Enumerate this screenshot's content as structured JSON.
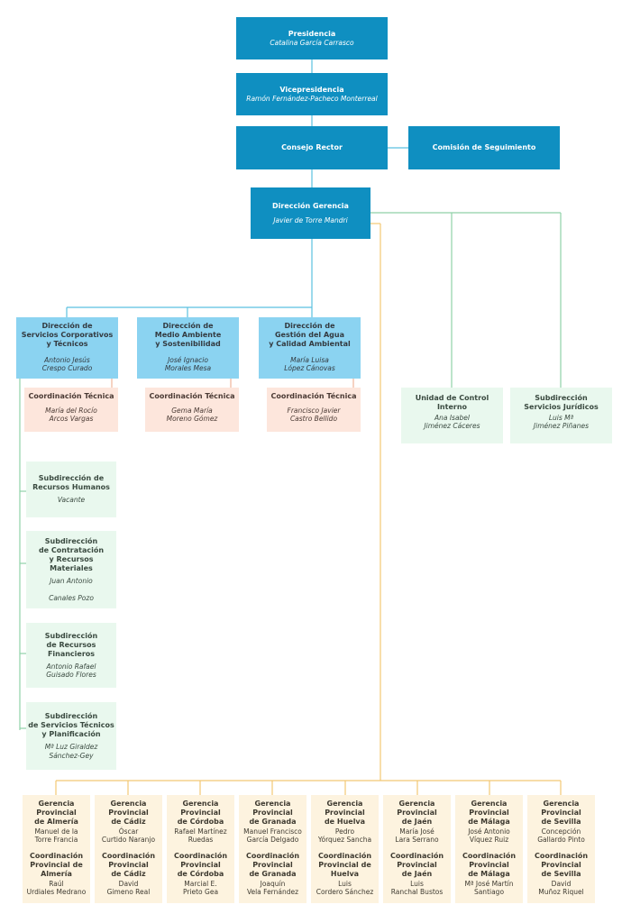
{
  "presidencia": {
    "title": "Presidencia",
    "name": "Catalina García Carrasco"
  },
  "vicepresidencia": {
    "title": "Vicepresidencia",
    "name": "Ramón Fernández-Pacheco Monterreal"
  },
  "consejo": {
    "title": "Consejo Rector"
  },
  "comision": {
    "title": "Comisión de Seguimiento"
  },
  "gerencia": {
    "title": "Dirección Gerencia",
    "name": "Javier de Torre Mandri"
  },
  "direcciones": [
    {
      "title": "Dirección de\nServicios Corporativos\ny Técnicos",
      "name": "Antonio Jesús\nCrespo Curado",
      "coord_title": "Coordinación Técnica",
      "coord_name": "María del Rocío\nArcos Vargas"
    },
    {
      "title": "Dirección de\nMedio Ambiente\ny Sostenibilidad",
      "name": "José Ignacio\nMorales Mesa",
      "coord_title": "Coordinación Técnica",
      "coord_name": "Gema María\nMoreno Gómez"
    },
    {
      "title": "Dirección de\nGestión del Agua\ny Calidad Ambiental",
      "name": "María Luisa\nLópez Cánovas",
      "coord_title": "Coordinación Técnica",
      "coord_name": "Francisco Javier\nCastro Bellido"
    }
  ],
  "control_interno": {
    "title": "Unidad de Control\nInterno",
    "name": "Ana Isabel\nJiménez Cáceres"
  },
  "juridicos": {
    "title": "Subdirección\nServicios Jurídicos",
    "name": "Luis Mª\nJiménez Piñanes"
  },
  "subdirecciones": [
    {
      "title": "Subdirección de\nRecursos Humanos",
      "name": "Vacante"
    },
    {
      "title": "Subdirección\nde Contratación\ny Recursos\nMateriales",
      "name": "Juan Antonio\n\nCanales Pozo"
    },
    {
      "title": "Subdirección\nde Recursos\nFinancieros",
      "name": "Antonio Rafael\nGuisado Flores"
    },
    {
      "title": "Subdirección\nde Servicios Técnicos\ny Planificación",
      "name": "Mª Luz Giraldez\nSánchez-Gey"
    }
  ],
  "provincias": [
    {
      "g_title": "Gerencia\nProvincial\nde Almería",
      "g_name": "Manuel de la\nTorre Francia",
      "c_title": "Coordinación\nProvincial de\nAlmería",
      "c_name": "Raúl\nUrdiales Medrano"
    },
    {
      "g_title": "Gerencia\nProvincial\nde Cádiz",
      "g_name": "Óscar\nCurtido Naranjo",
      "c_title": "Coordinación\nProvincial\nde Cádiz",
      "c_name": "David\nGimeno Real"
    },
    {
      "g_title": "Gerencia\nProvincial\nde Córdoba",
      "g_name": "Rafael Martínez\nRuedas",
      "c_title": "Coordinación\nProvincial\nde Córdoba",
      "c_name": "Marcial E.\nPrieto Gea"
    },
    {
      "g_title": "Gerencia\nProvincial\nde Granada",
      "g_name": "Manuel Francisco\nGarcía Delgado",
      "c_title": "Coordinación\nProvincial\nde Granada",
      "c_name": "Joaquín\nVela Fernández"
    },
    {
      "g_title": "Gerencia\nProvincial\nde Huelva",
      "g_name": "Pedro\nYórquez Sancha",
      "c_title": "Coordinación\nProvincial de\nHuelva",
      "c_name": "Luis\nCordero Sánchez"
    },
    {
      "g_title": "Gerencia\nProvincial\nde Jaén",
      "g_name": "María José\nLara Serrano",
      "c_title": "Coordinación\nProvincial\nde Jaén",
      "c_name": "Luis\nRanchal Bustos"
    },
    {
      "g_title": "Gerencia\nProvincial\nde Málaga",
      "g_name": "José Antonio\nVíquez Ruiz",
      "c_title": "Coordinación\nProvincial\nde Málaga",
      "c_name": "Mª José Martín\nSantiago"
    },
    {
      "g_title": "Gerencia\nProvincial\nde Sevilla",
      "g_name": "Concepción\nGallardo Pinto",
      "c_title": "Coordinación\nProvincial\nde Sevilla",
      "c_name": "David\nMuñoz Riquel"
    }
  ],
  "colors": {
    "dark": "#0f8fc1",
    "light": "#8bd3f1",
    "peach": "#fde6dc",
    "mint": "#e9f8ee",
    "gold": "#fdf3df",
    "line_blue": "#5bc0e0",
    "line_green": "#8fd1a8",
    "line_gold": "#f2c773",
    "line_peach": "#f0b59a"
  }
}
